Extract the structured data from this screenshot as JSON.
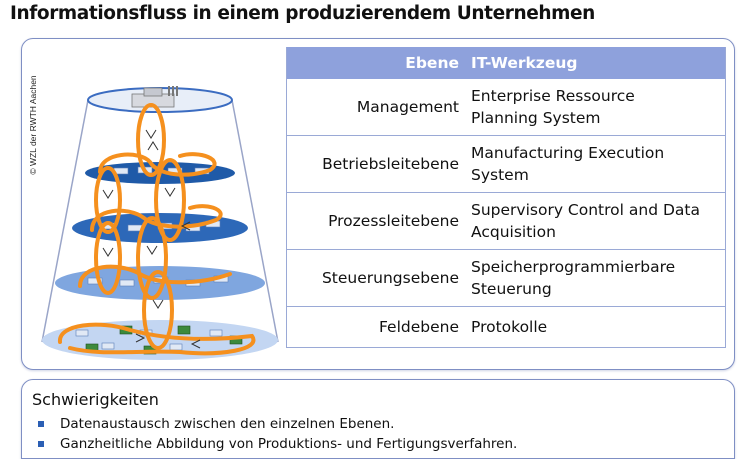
{
  "title": "Informationsfluss in einem produzierendem Unternehmen",
  "copyright": "© WZL der RWTH Aachen",
  "table": {
    "headers": [
      "Ebene",
      "IT-Werkzeug"
    ],
    "rows": [
      {
        "level": "Management",
        "tool_line1": "Enterprise Ressource",
        "tool_line2": "Planning System"
      },
      {
        "level": "Betriebsleitebene",
        "tool_line1": "Manufacturing Execution",
        "tool_line2": "System"
      },
      {
        "level": "Prozessleitebene",
        "tool_line1": "Supervisory Control and Data",
        "tool_line2": "Acquisition"
      },
      {
        "level": "Steuerungsebene",
        "tool_line1": "Speicherprogrammierbare",
        "tool_line2": "Steuerung"
      },
      {
        "level": "Feldebene",
        "tool_line1": "Protokolle",
        "tool_line2": ""
      }
    ]
  },
  "difficulties": {
    "title": "Schwierigkeiten",
    "items": [
      "Datenaustausch zwischen den einzelnen Ebenen.",
      "Ganzheitliche Abbildung von Produktions- und Fertigungsverfahren."
    ]
  },
  "colors": {
    "header_fill": "#8ea1dc",
    "panel_border": "#7f8fc4",
    "flow_arrow": "#f5901e",
    "layer_dark": "#1f5aa8",
    "layer_light": "#a9c6ec",
    "bullet": "#2b5fb4"
  }
}
